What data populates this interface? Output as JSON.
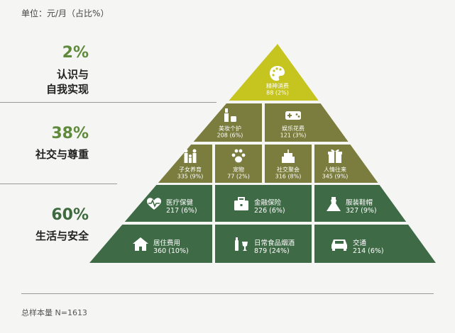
{
  "unit_label": "单位：元/月（占比%）",
  "footer": "总样本量 N=1613",
  "tiers": [
    {
      "percent": "2%",
      "label_lines": [
        "认识与",
        "自我实现"
      ],
      "color": "#5f8a3c"
    },
    {
      "percent": "38%",
      "label_lines": [
        "社交与尊重"
      ],
      "color": "#5f8a3c"
    },
    {
      "percent": "60%",
      "label_lines": [
        "生活与安全"
      ],
      "color": "#3f6a3f"
    }
  ],
  "colors": {
    "top": "#c6c41e",
    "middle": "#7b7d3e",
    "bottom": "#3f6a46"
  },
  "chart_data": {
    "type": "pyramid",
    "title": "",
    "unit": "元/月（占比%）",
    "sample_size": "N=1613",
    "levels": [
      {
        "name": "认识与自我实现",
        "share": 2,
        "items": [
          {
            "name": "精神消费",
            "value": 88,
            "percent": 2,
            "value_label": "88 (2%)",
            "icon": "palette-icon"
          }
        ]
      },
      {
        "name": "社交与尊重",
        "share": 38,
        "items": [
          {
            "name": "美妆个护",
            "value": 208,
            "percent": 6,
            "value_label": "208 (6%)",
            "icon": "cosmetics-icon"
          },
          {
            "name": "娱乐花费",
            "value": 121,
            "percent": 3,
            "value_label": "121 (3%)",
            "icon": "gamepad-icon"
          },
          {
            "name": "子女养育",
            "value": 335,
            "percent": 9,
            "value_label": "335 (9%)",
            "icon": "family-icon"
          },
          {
            "name": "宠物",
            "value": 77,
            "percent": 2,
            "value_label": "77 (2%)",
            "icon": "paw-icon"
          },
          {
            "name": "社交聚会",
            "value": 316,
            "percent": 8,
            "value_label": "316 (8%)",
            "icon": "cake-icon"
          },
          {
            "name": "人情往来",
            "value": 345,
            "percent": 9,
            "value_label": "345 (9%)",
            "icon": "gift-icon"
          }
        ]
      },
      {
        "name": "生活与安全",
        "share": 60,
        "items": [
          {
            "name": "医疗保健",
            "value": 217,
            "percent": 6,
            "value_label": "217 (6%)",
            "icon": "heart-pulse-icon"
          },
          {
            "name": "金融保险",
            "value": 226,
            "percent": 6,
            "value_label": "226 (6%)",
            "icon": "briefcase-icon"
          },
          {
            "name": "服装鞋帽",
            "value": 327,
            "percent": 9,
            "value_label": "327 (9%)",
            "icon": "dress-icon"
          },
          {
            "name": "居住费用",
            "value": 360,
            "percent": 10,
            "value_label": "360 (10%)",
            "icon": "house-icon"
          },
          {
            "name": "日常食品烟酒",
            "value": 879,
            "percent": 24,
            "value_label": "879 (24%)",
            "icon": "bottle-icon"
          },
          {
            "name": "交通",
            "value": 214,
            "percent": 6,
            "value_label": "214 (6%)",
            "icon": "car-icon"
          }
        ]
      }
    ]
  }
}
